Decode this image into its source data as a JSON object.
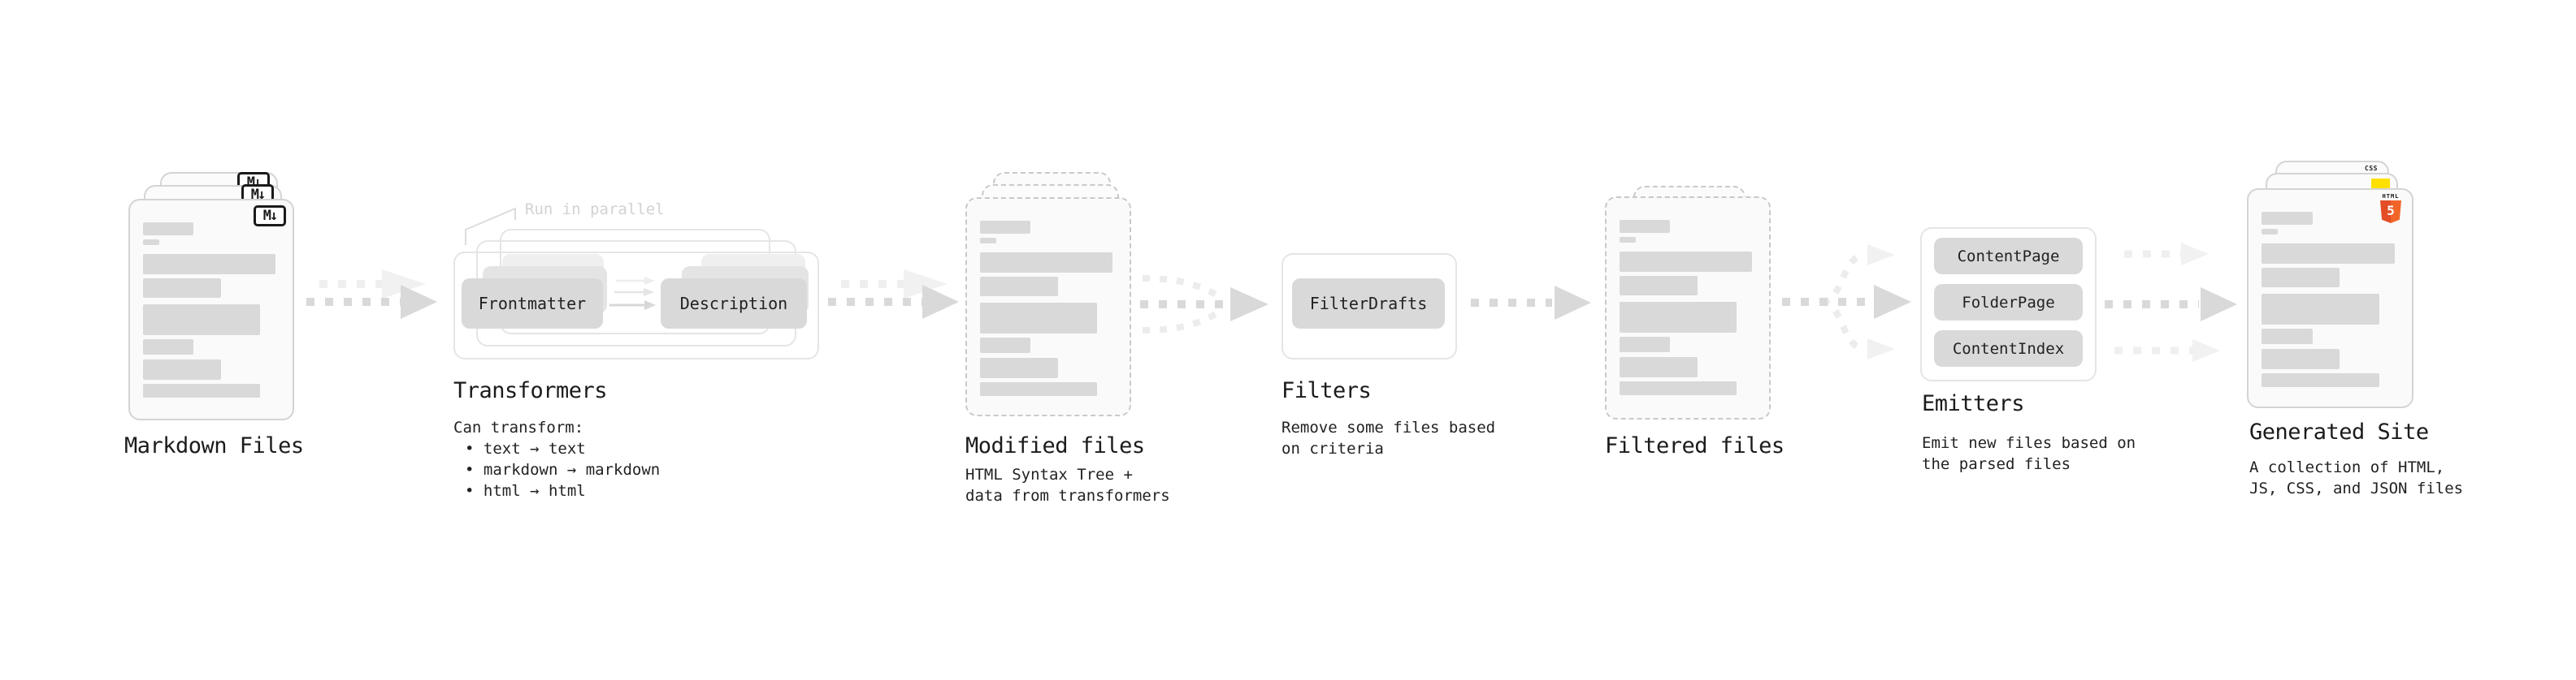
{
  "stages": {
    "markdown_files": {
      "label": "Markdown Files",
      "icon_text": "M↓"
    },
    "transformers": {
      "heading": "Transformers",
      "annotation": "Run in parallel",
      "node_front": "Frontmatter",
      "node_back": "Description",
      "body": [
        "Can transform:",
        "• text → text",
        "• markdown → markdown",
        "• html → html"
      ]
    },
    "modified_files": {
      "label": "Modified files",
      "body": [
        "HTML Syntax Tree +",
        "data from transformers"
      ]
    },
    "filters": {
      "heading": "Filters",
      "node": "FilterDrafts",
      "body": [
        "Remove some files based",
        "on criteria"
      ]
    },
    "filtered_files": {
      "label": "Filtered files"
    },
    "emitters": {
      "heading": "Emitters",
      "nodes": [
        "ContentPage",
        "FolderPage",
        "ContentIndex"
      ],
      "body": [
        "Emit new files based on",
        "the parsed files"
      ]
    },
    "generated_site": {
      "label": "Generated Site",
      "badges": {
        "css_label": "CSS",
        "html_label": "HTML",
        "html_number": "5"
      },
      "body": [
        "A collection of HTML,",
        "JS, CSS, and JSON files"
      ]
    }
  },
  "colors": {
    "text": "#1b1b1b",
    "muted": "#d2d2d2",
    "card_bg": "#fafafa",
    "card_border": "#d4d4d4",
    "card_border_dashed": "#c9c9c9",
    "frame_border": "#e5e5e5",
    "bar_fill": "#d9d9d9",
    "pill_fill": "#d9d9d9",
    "arrow_dark": "#d9d9d9",
    "arrow_light": "#efefef",
    "html5_orange": "#e44d26",
    "html5_orange_light": "#f16529",
    "js_yellow": "#ffe000",
    "css_blue": "#2965f1",
    "icon_ink": "#1a1a1a"
  }
}
